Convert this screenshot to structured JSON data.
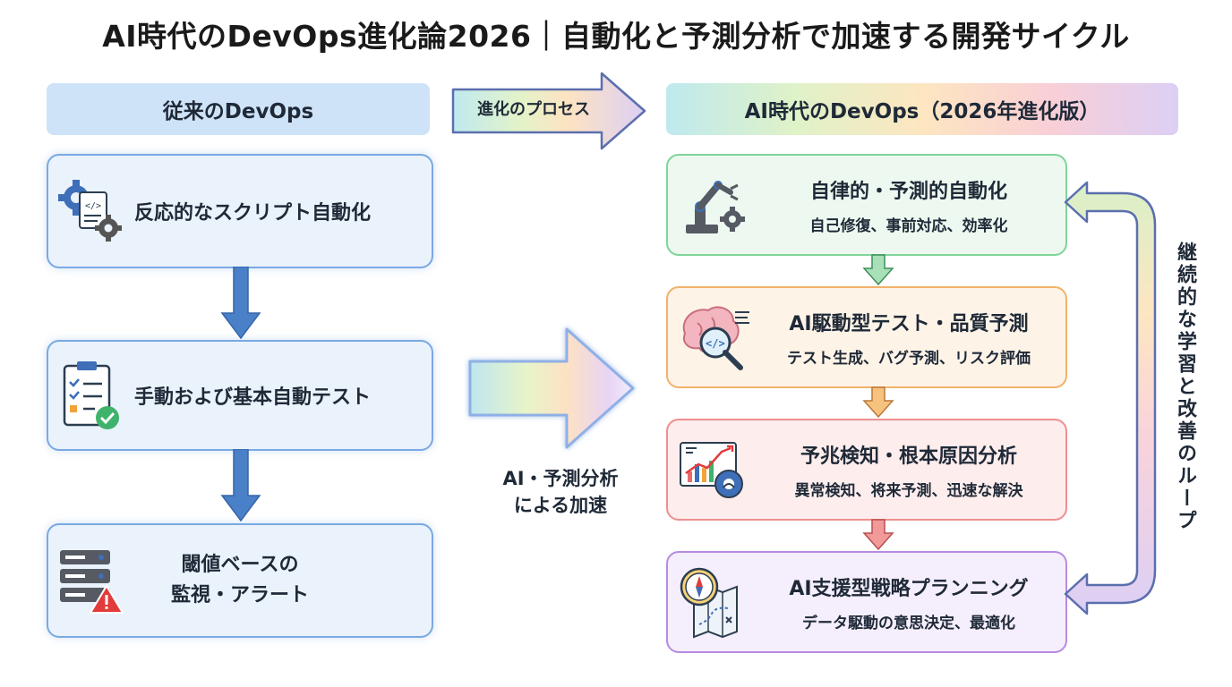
{
  "title": "AI時代のDevOps進化論2026｜自動化と予測分析で加速する開発サイクル",
  "left": {
    "header": "従来のDevOps",
    "boxes": [
      {
        "label": "反応的なスクリプト自動化",
        "icon": "gear-script-icon"
      },
      {
        "label": "手動および基本自動テスト",
        "icon": "clipboard-checklist-icon"
      },
      {
        "label_line1": "閾値ベースの",
        "label_line2": "監視・アラート",
        "icon": "server-warning-icon"
      }
    ]
  },
  "process_label": "進化のプロセス",
  "middle_label_line1": "AI・予測分析",
  "middle_label_line2": "による加速",
  "right": {
    "header": "AI時代のDevOps（2026年進化版）",
    "boxes": [
      {
        "title": "自律的・予測的自動化",
        "subtitle": "自己修復、事前対応、効率化",
        "icon": "robot-arm-icon",
        "color": "#7fd49a",
        "bg": "#edf9f0"
      },
      {
        "title": "AI駆動型テスト・品質予測",
        "subtitle": "テスト生成、バグ予測、リスク評価",
        "icon": "brain-magnifier-icon",
        "color": "#f2b26a",
        "bg": "#fdf3e7"
      },
      {
        "title": "予兆検知・根本原因分析",
        "subtitle": "異常検知、将来予測、迅速な解決",
        "icon": "chart-analysis-icon",
        "color": "#ef8f8f",
        "bg": "#fdeded"
      },
      {
        "title": "AI支援型戦略プランニング",
        "subtitle": "データ駆動の意思決定、最適化",
        "icon": "compass-map-icon",
        "color": "#b78be0",
        "bg": "#f5eefc"
      }
    ]
  },
  "loop_label": "継続的な学習と改善のループ"
}
